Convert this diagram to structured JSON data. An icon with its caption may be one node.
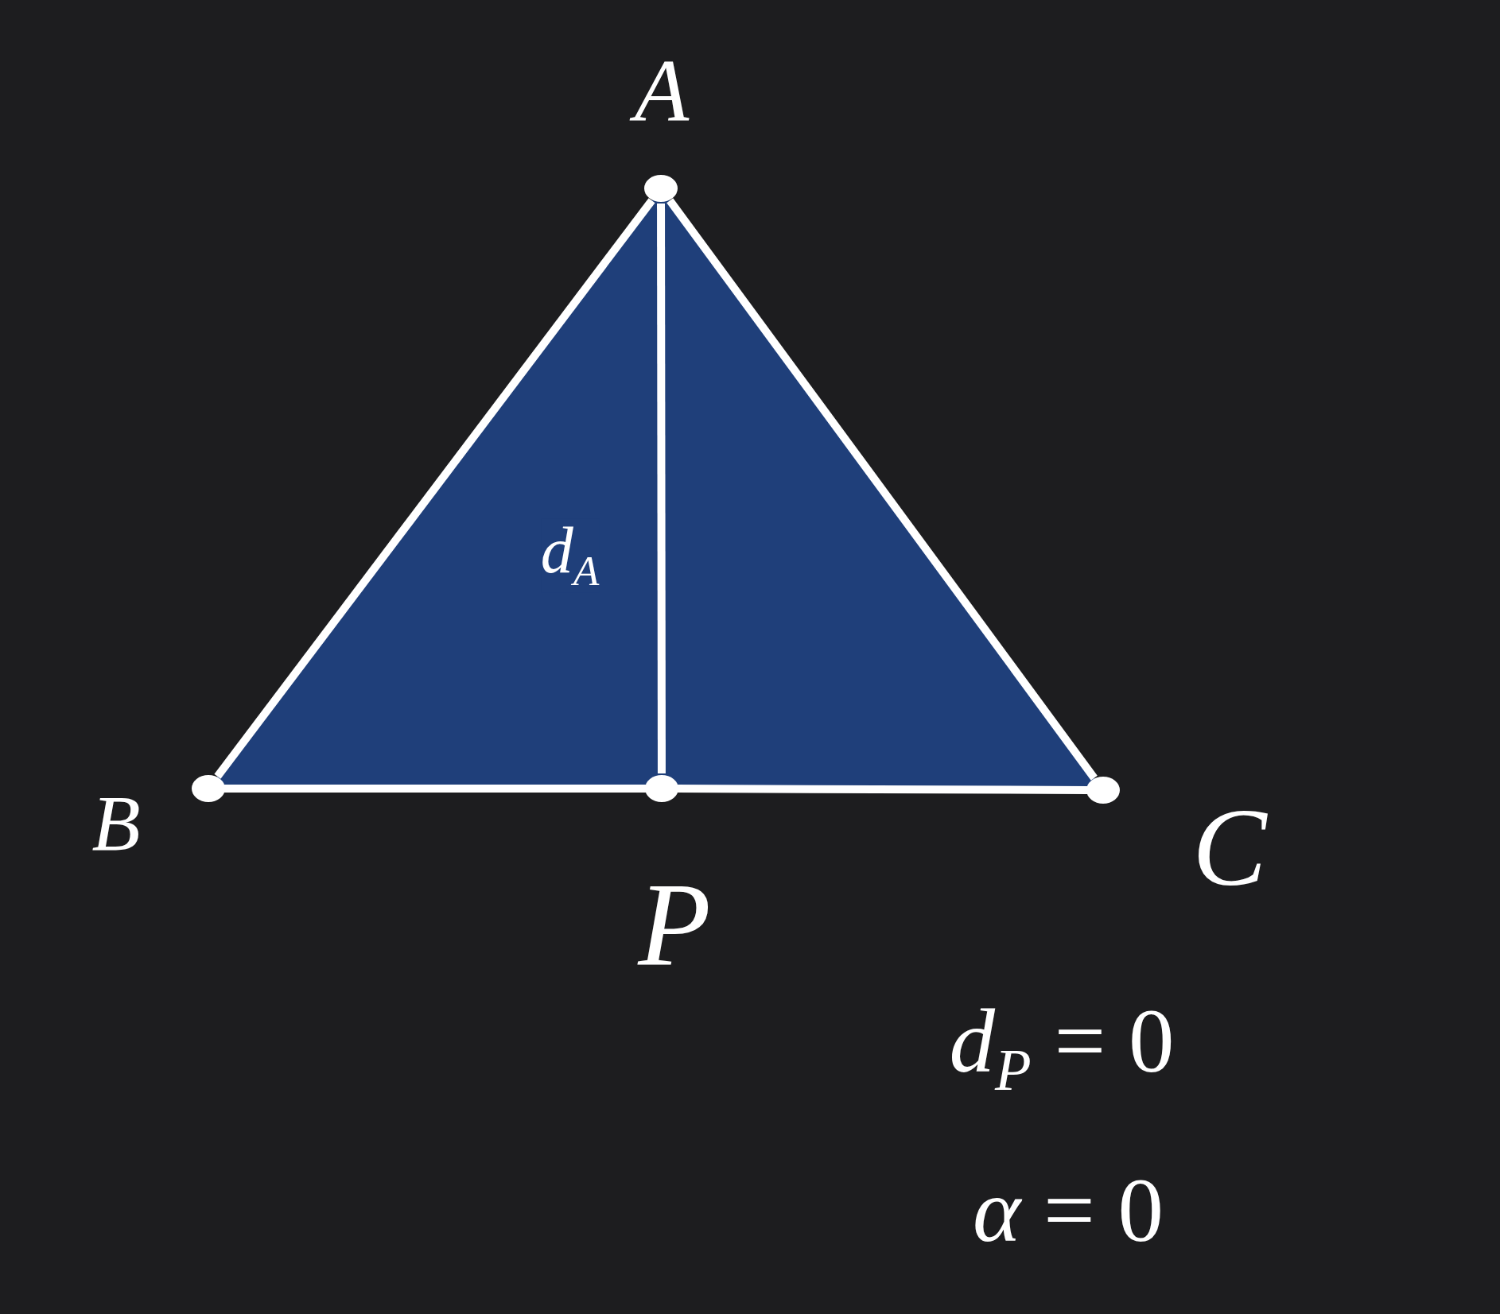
{
  "diagram": {
    "nodes": [
      {
        "text": [],
        "shape": "circle",
        "beside": [
          "A"
        ]
      },
      {
        "text": [],
        "shape": "circle",
        "beside": [
          "B"
        ]
      },
      {
        "text": [],
        "shape": "circle",
        "beside": [
          "C"
        ]
      },
      {
        "text": [],
        "shape": "circle",
        "beside": [
          "P"
        ]
      }
    ],
    "edges": [
      {
        "from": 0,
        "to": 1,
        "arrow": "none"
      },
      {
        "from": 0,
        "to": 2,
        "arrow": "none"
      },
      {
        "from": 1,
        "to": 3,
        "arrow": "none"
      },
      {
        "from": 3,
        "to": 2,
        "arrow": "none"
      },
      {
        "from": 0,
        "to": 3,
        "arrow": "none",
        "label": "d$_{A}$"
      }
    ],
    "labels": [
      "*d*$_{P}$ = 0",
      "*α* = 0"
    ]
  }
}
